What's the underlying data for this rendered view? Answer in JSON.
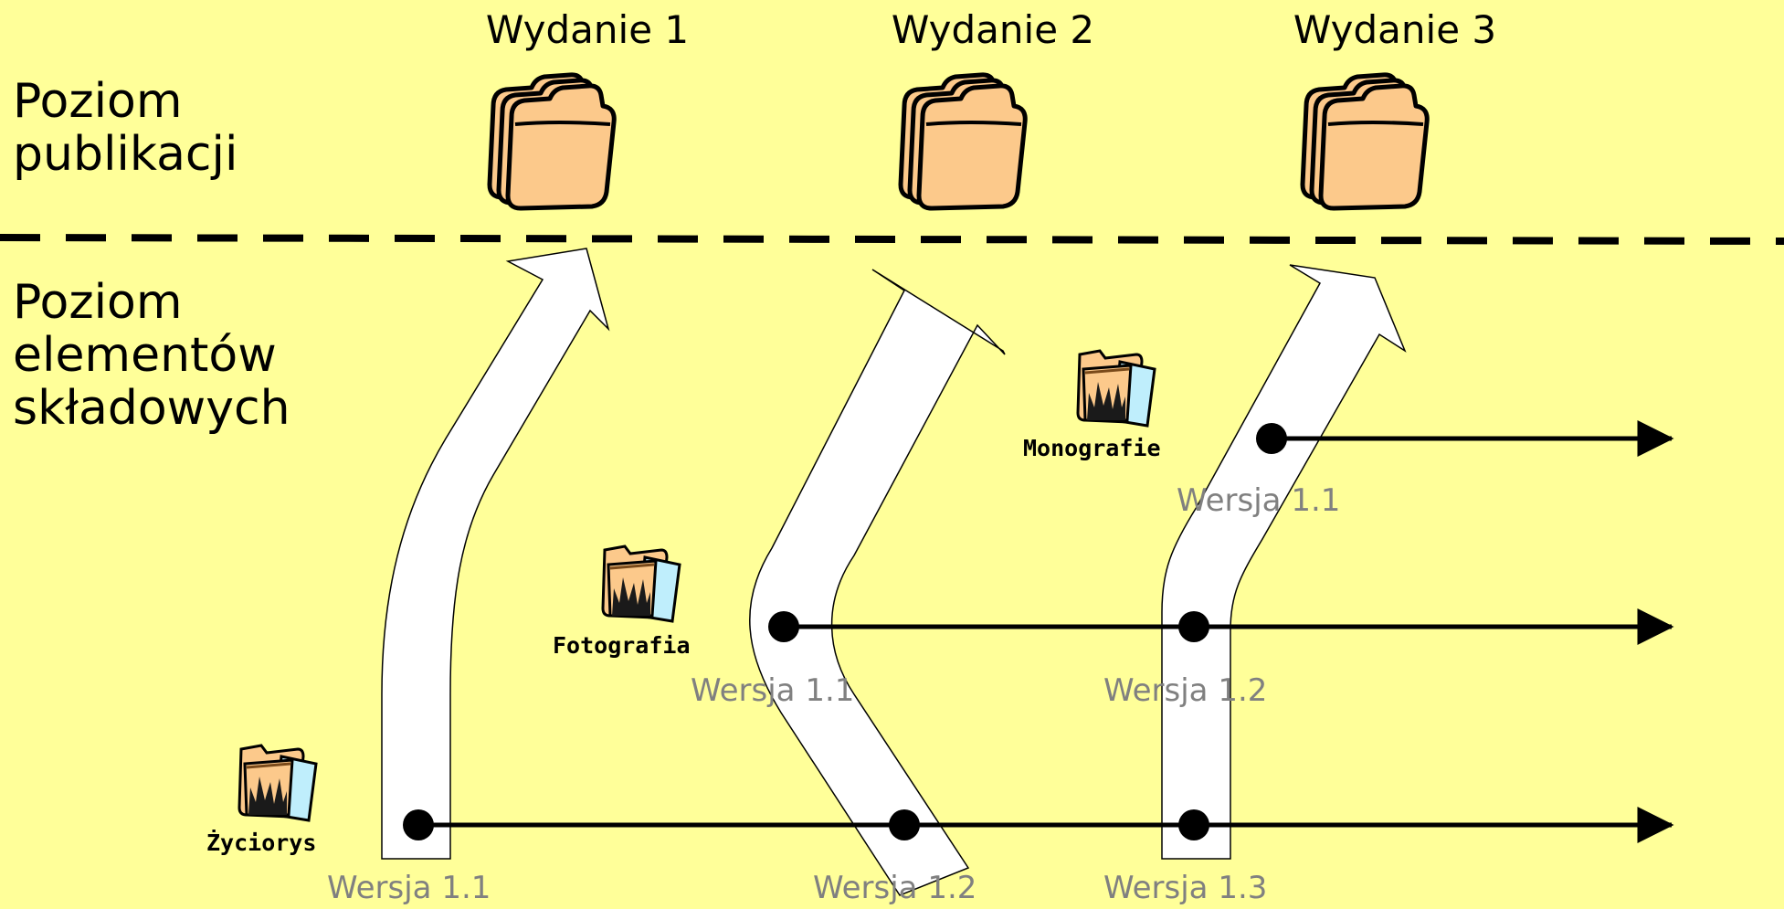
{
  "levels": {
    "publication": [
      "Poziom",
      "publikacji"
    ],
    "components": [
      "Poziom",
      "elementów",
      "składowych"
    ]
  },
  "editions": [
    {
      "label": "Wydanie 1"
    },
    {
      "label": "Wydanie 2"
    },
    {
      "label": "Wydanie 3"
    }
  ],
  "components": [
    {
      "name": "Życiorys"
    },
    {
      "name": "Fotografia"
    },
    {
      "name": "Monografie"
    }
  ],
  "version_labels": {
    "zyciorys": [
      "Wersja 1.1",
      "Wersja 1.2",
      "Wersja 1.3"
    ],
    "fotografia": [
      "Wersja 1.1",
      "Wersja 1.2"
    ],
    "monografie": [
      "Wersja 1.1"
    ]
  },
  "colors": {
    "background": "#ffff99",
    "folder_fill": "#fcc98b",
    "version_text": "#808080",
    "flow_arrow_fill": "#ffffff"
  },
  "icons": {
    "edition": "stacked-folders-icon",
    "component": "open-folder-with-picture-icon"
  }
}
